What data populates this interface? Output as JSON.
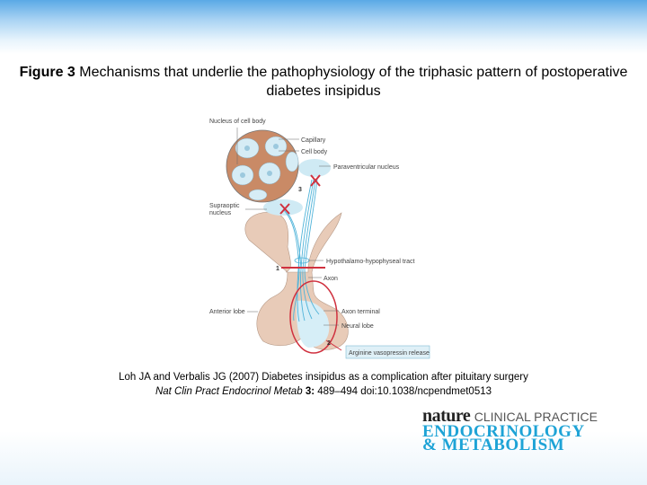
{
  "title": {
    "label": "Figure 3",
    "text": "Mechanisms that underlie the pathophysiology of the triphasic pattern of postoperative diabetes insipidus"
  },
  "diagram": {
    "labels": {
      "nucleus_of_cell_body": "Nucleus of cell body",
      "capillary": "Capillary",
      "cell_body": "Cell body",
      "paraventricular_nucleus": "Paraventricular nucleus",
      "supraoptic_nucleus_1": "Supraoptic",
      "supraoptic_nucleus_2": "nucleus",
      "tract": "Hypothalamo-hypophyseal tract",
      "axon": "Axon",
      "anterior_lobe": "Anterior lobe",
      "axon_terminal": "Axon terminal",
      "neural_lobe": "Neural lobe",
      "release": "Arginine vasopressin release"
    },
    "markers": {
      "one": "1",
      "two": "2",
      "three": "3"
    },
    "colors": {
      "lesion": "#d0313f",
      "axon": "#4fb3d9",
      "tissue": "#e8cbb8",
      "nucleus_region": "#cfeaf4"
    }
  },
  "citation": {
    "line1": "Loh JA and Verbalis JG (2007) Diabetes insipidus as a complication after pituitary surgery",
    "journal": "Nat Clin Pract Endocrinol Metab",
    "volume": "3:",
    "pages": "489–494 doi:10.1038/ncpendmet0513"
  },
  "logo": {
    "nature": "nature",
    "clinical_practice": "CLINICAL PRACTICE",
    "line2": "ENDOCRINOLOGY",
    "line3": "& METABOLISM"
  }
}
